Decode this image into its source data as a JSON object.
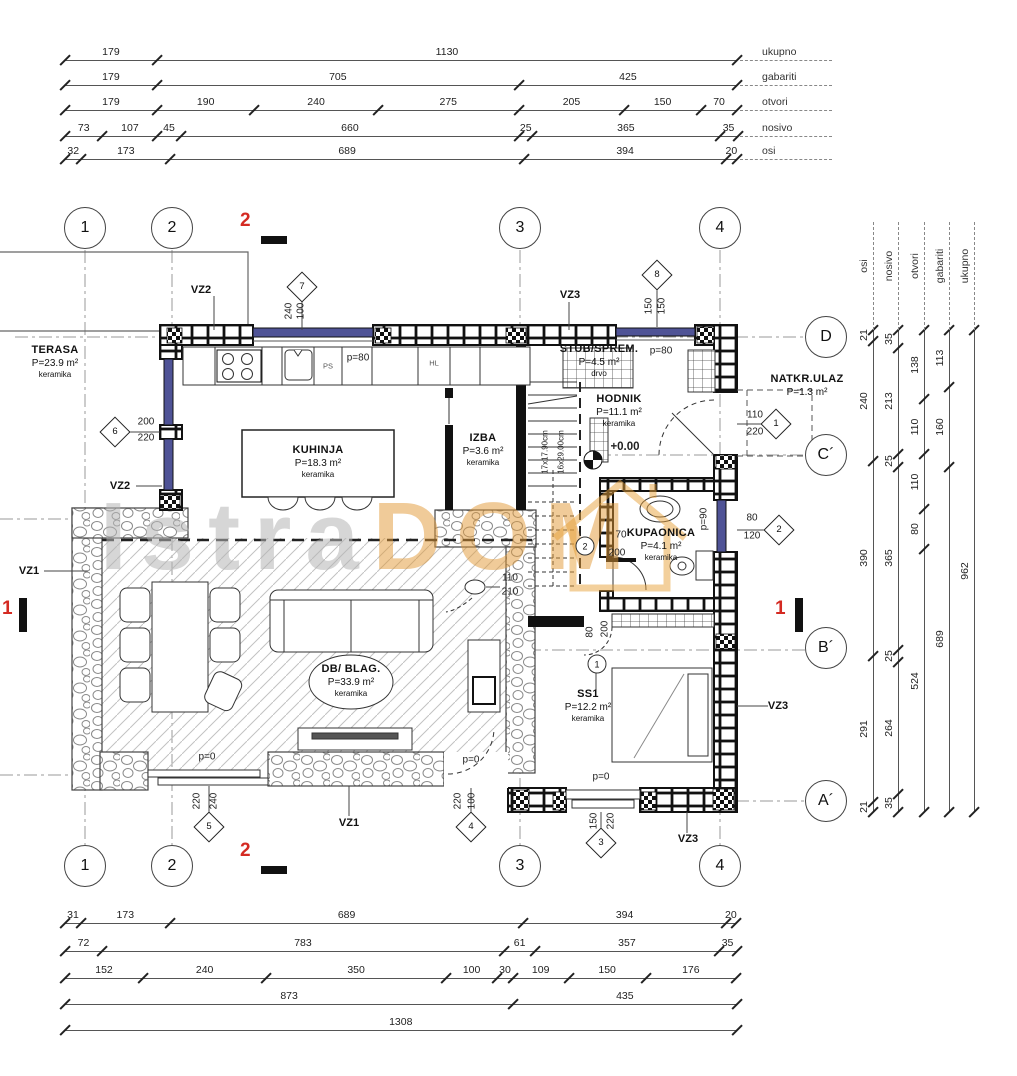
{
  "watermark": {
    "gray": "Istra",
    "orange": "DOM"
  },
  "dims": {
    "top": {
      "labels": [
        "ukupno",
        "gabariti",
        "otvori",
        "nosivo",
        "osi"
      ],
      "chains": [
        [
          179,
          1130
        ],
        [
          179,
          705,
          425
        ],
        [
          179,
          190,
          240,
          275,
          205,
          150,
          70
        ],
        [
          73,
          107,
          45,
          660,
          25,
          365,
          35
        ],
        [
          32,
          173,
          689,
          394,
          20
        ]
      ]
    },
    "bottom": {
      "chains": [
        [
          31,
          173,
          689,
          394,
          20
        ],
        [
          72,
          783,
          61,
          357,
          35
        ],
        [
          152,
          240,
          350,
          100,
          30,
          109,
          150,
          176
        ],
        [
          873,
          435
        ],
        [
          1308
        ]
      ]
    },
    "right": {
      "labels": [
        "osi",
        "nosivo",
        "otvori",
        "gabariti",
        "ukupno"
      ],
      "chains": [
        [
          21,
          240,
          390,
          291,
          21
        ],
        [
          35,
          213,
          25,
          365,
          25,
          264,
          35
        ],
        [
          138,
          110,
          110,
          80,
          524
        ],
        [
          113,
          160,
          689
        ],
        [
          962
        ]
      ]
    }
  },
  "axes": {
    "cols": [
      "1",
      "2",
      "3",
      "4"
    ],
    "rows": [
      "D",
      "C´",
      "B´",
      "A´"
    ]
  },
  "sections": {
    "cut2": "2",
    "cut1": "1"
  },
  "rooms": {
    "terasa": {
      "name": "TERASA",
      "area": "P=23.9 m²",
      "floor": "keramika"
    },
    "kuhinja": {
      "name": "KUHINJA",
      "area": "P=18.3 m²",
      "floor": "keramika"
    },
    "izba": {
      "name": "IZBA",
      "area": "P=3.6 m²",
      "floor": "keramika"
    },
    "stub": {
      "name": "STUB/SPREM.",
      "area": "P=4.5 m²",
      "floor": "drvo"
    },
    "hodnik": {
      "name": "HODNIK",
      "area": "P=11.1 m²",
      "floor": "keramika"
    },
    "natkr": {
      "name": "NATKR.ULAZ",
      "area": "P=1.3 m²",
      "floor": ""
    },
    "kupaonica": {
      "name": "KUPAONICA",
      "area": "P=4.1 m²",
      "floor": "keramika"
    },
    "db": {
      "name": "DB/ BLAG.",
      "area": "P=33.9 m²",
      "floor": "keramika"
    },
    "ss1": {
      "name": "SS1",
      "area": "P=12.2 m²",
      "floor": "keramika"
    }
  },
  "diamonds": {
    "d7": "7",
    "d8": "8",
    "d6": "6",
    "d1": "1",
    "d2": "2",
    "d5": "5",
    "d4": "4",
    "d3": "3"
  },
  "circles": {
    "c2": "2",
    "c1": "1"
  },
  "wall_tags": {
    "vz1": "VZ1",
    "vz2": "VZ2",
    "vz3": "VZ3"
  },
  "ann": {
    "d7w": "240",
    "d7h": "100",
    "d8w": "150",
    "d8h": "150",
    "d6w": "200",
    "d6h": "220",
    "d1w": "110",
    "d1h": "220",
    "d2w": "80",
    "d2h": "120",
    "d5w": "220",
    "d5h": "240",
    "d4w": "220",
    "d4h": "100",
    "d3w": "150",
    "d3h": "220",
    "dbw": "110",
    "dbh": "210",
    "kup70": "70",
    "kup200": "200",
    "ss80": "80",
    "ss200": "200",
    "st1": "17x17.90cm",
    "st2": "16x29.00cm",
    "p90": "p=90",
    "p80a": "p=80",
    "p80b": "p=80",
    "p0a": "p=0",
    "p0b": "p=0",
    "p0c": "p=0",
    "lvl": "+0.00",
    "ps": "PS",
    "hl": "HL"
  },
  "colors": {
    "window": "#4f5396",
    "section_red": "#d42a22",
    "watermark_orange": "#e8a23b",
    "stone": "#8a8a8a"
  }
}
